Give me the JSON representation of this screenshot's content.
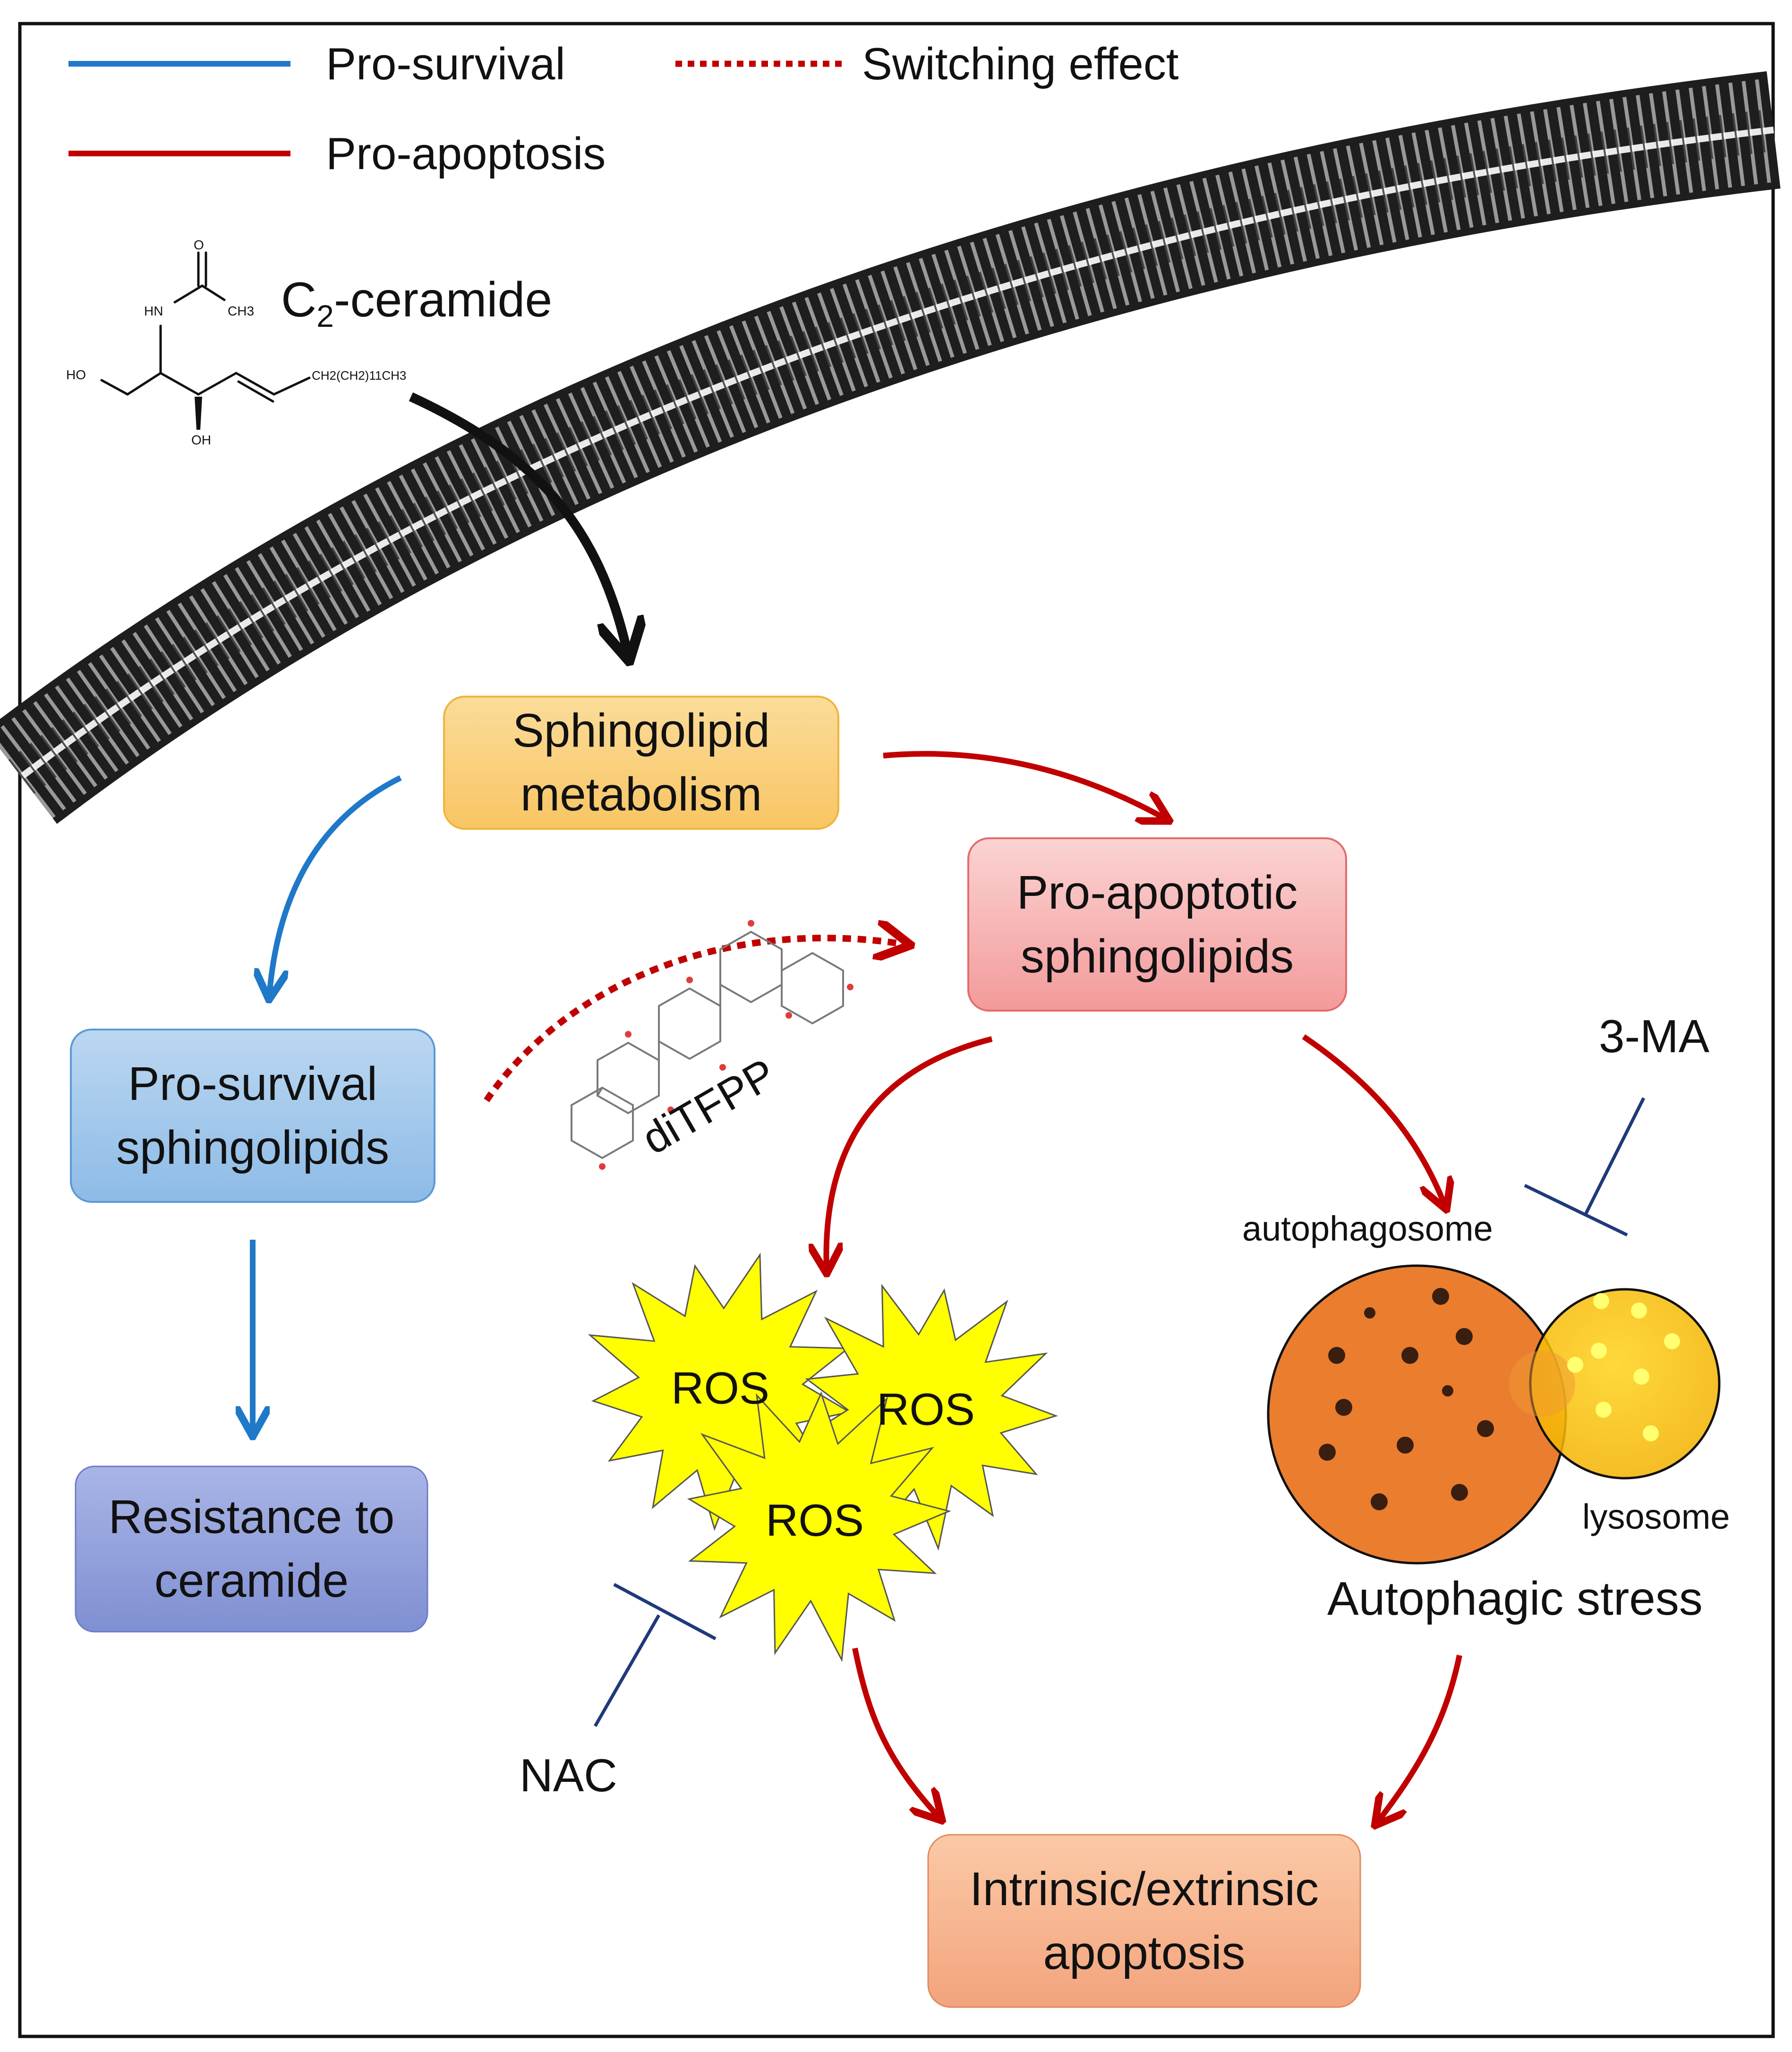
{
  "legend": {
    "pro_survival": "Pro-survival",
    "pro_apoptosis": "Pro-apoptosis",
    "switching": "Switching effect"
  },
  "colors": {
    "pro_survival": "#1f78c8",
    "pro_apoptosis": "#c00000",
    "switching": "#c00000",
    "inhibitor": "#1f3a7a",
    "membrane": "#222222"
  },
  "molecule": {
    "name_main": "C",
    "name_sub": "2",
    "name_rest": "-ceramide",
    "atoms": {
      "o_top": "O",
      "hn": "HN",
      "ch3": "CH3",
      "ho": "HO",
      "oh": "OH",
      "chain": "CH2(CH2)11CH3"
    }
  },
  "nodes": {
    "sphingolipid_metabolism": "Sphingolipid\nmetabolism",
    "pro_apoptotic": "Pro-apoptotic\nsphingolipids",
    "pro_survival": "Pro-survival\nsphingolipids",
    "resistance": "Resistance to\nceramide",
    "apoptosis": "Intrinsic/extrinsic\napoptosis"
  },
  "labels": {
    "ditfpp": "diTFPP",
    "ros": "ROS",
    "three_ma": "3-MA",
    "autophagosome": "autophagosome",
    "lysosome": "lysosome",
    "autophagic_stress": "Autophagic stress",
    "nac": "NAC"
  }
}
